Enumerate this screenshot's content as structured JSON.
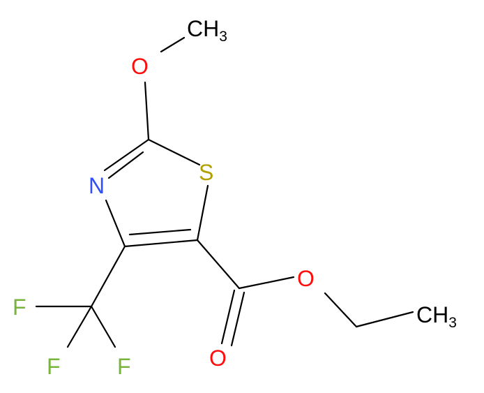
{
  "atoms": {
    "methyl_top": {
      "main": "CH",
      "sub": "3"
    },
    "ether_oxygen": {
      "main": "O"
    },
    "sulfur": {
      "main": "S"
    },
    "nitrogen": {
      "main": "N"
    },
    "ester_oxygen": {
      "main": "O"
    },
    "carbonyl_oxygen": {
      "main": "O"
    },
    "methyl_right": {
      "main": "CH",
      "sub": "3"
    },
    "fluorine_left": {
      "main": "F"
    },
    "fluorine_bottom_left": {
      "main": "F"
    },
    "fluorine_bottom_right": {
      "main": "F"
    }
  },
  "colors": {
    "carbon": "#000000",
    "oxygen": "#ff0d0d",
    "sulfur": "#b2a000",
    "nitrogen": "#3050f8",
    "fluorine": "#78b43c"
  }
}
